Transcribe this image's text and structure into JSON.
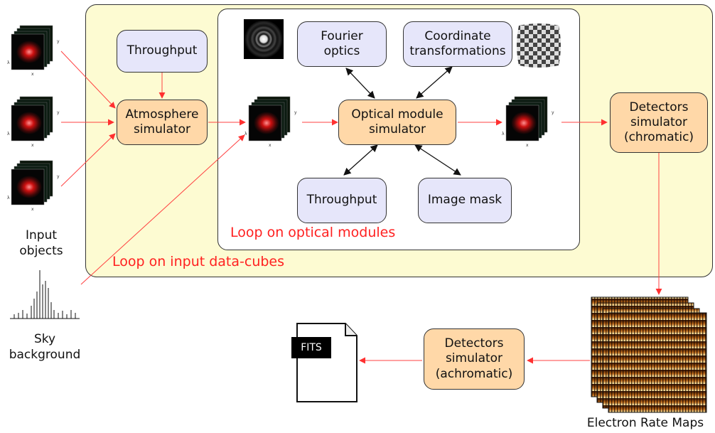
{
  "nodes": {
    "throughput_top": "Throughput",
    "atmosphere": "Atmosphere simulator",
    "fourier": "Fourier optics",
    "coord": "Coordinate transformations",
    "optical": "Optical module simulator",
    "throughput_bottom": "Throughput",
    "mask": "Image mask",
    "det_chromatic": "Detectors simulator (chromatic)",
    "det_achromatic": "Detectors simulator (achromatic)"
  },
  "labels": {
    "input_objects": "Input objects",
    "sky_background": "Sky background",
    "loop_optical": "Loop on optical modules",
    "loop_input": "Loop on input data-cubes",
    "electron_maps": "Electron Rate Maps",
    "fits": "FITS"
  },
  "colors": {
    "outer_bg": "#fdfbd2",
    "process_node": "#ffd8a8",
    "data_node": "#e6e6fa",
    "flow_arrow": "#ff3030",
    "loop_text": "#ff2020"
  }
}
